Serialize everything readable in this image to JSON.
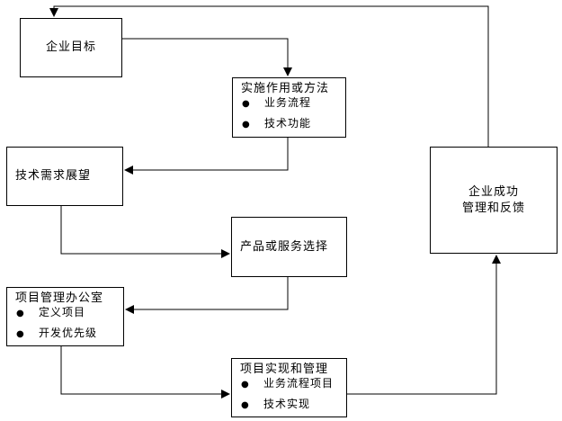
{
  "diagram": {
    "colors": {
      "background": "#ffffff",
      "line": "#000000",
      "text": "#000000"
    },
    "bullet_glyph": "●",
    "boxes": {
      "enterprise_goal": {
        "label": "企业目标"
      },
      "implementation_method": {
        "title": "实施作用或方法",
        "bullets": [
          "业务流程",
          "技术功能"
        ]
      },
      "tech_requirements": {
        "label": "技术需求展望"
      },
      "product_service": {
        "label": "产品或服务选择"
      },
      "pmo": {
        "title": "项目管理办公室",
        "bullets": [
          "定义项目",
          "开发优先级"
        ]
      },
      "project_implementation": {
        "title": "项目实现和管理",
        "bullets": [
          "业务流程项目",
          "技术实现"
        ]
      },
      "enterprise_success": {
        "label_line1": "企业成功",
        "label_line2": "管理和反馈"
      }
    },
    "edges": [
      {
        "from": "enterprise_success",
        "to": "enterprise_goal"
      },
      {
        "from": "enterprise_goal",
        "to": "implementation_method"
      },
      {
        "from": "implementation_method",
        "to": "tech_requirements"
      },
      {
        "from": "tech_requirements",
        "to": "product_service"
      },
      {
        "from": "product_service",
        "to": "pmo"
      },
      {
        "from": "pmo",
        "to": "project_implementation"
      },
      {
        "from": "project_implementation",
        "to": "enterprise_success"
      }
    ]
  }
}
